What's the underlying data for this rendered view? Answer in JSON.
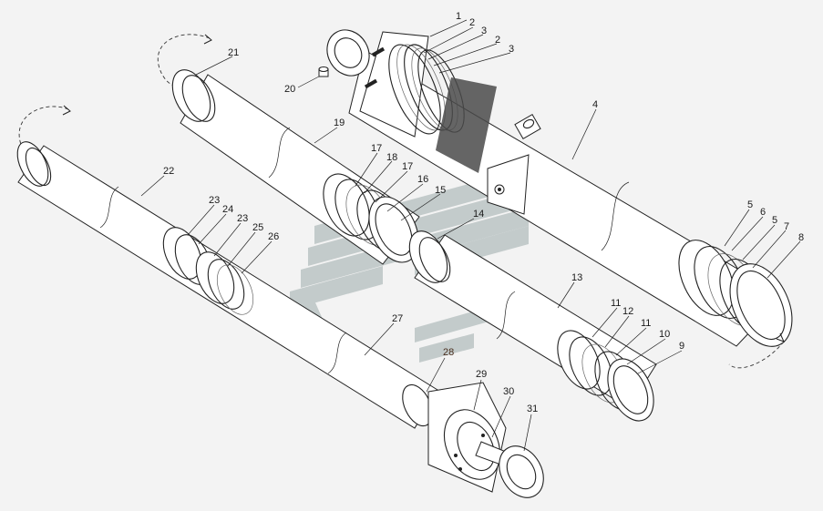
{
  "callouts": [
    "1",
    "2",
    "3",
    "2",
    "3",
    "4",
    "5",
    "6",
    "5",
    "7",
    "8",
    "9",
    "10",
    "11",
    "12",
    "11",
    "13",
    "14",
    "15",
    "16",
    "17",
    "18",
    "17",
    "19",
    "20",
    "21",
    "22",
    "23",
    "24",
    "23",
    "25",
    "26",
    "27",
    "28",
    "29",
    "30",
    "31"
  ],
  "colors": {
    "background": "#f3f3f3",
    "line": "#222222",
    "watermark": "#c3cbcb",
    "highlight_label": "#4a2f1f"
  }
}
